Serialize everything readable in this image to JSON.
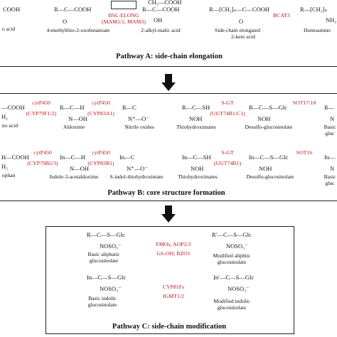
{
  "panel_a": {
    "title_label": "Pathway A",
    "title_text": ": side-chain elongation",
    "chem": {
      "c1": "COOH",
      "c2_main": "R—C—COOH",
      "c2_o": "O",
      "c3_top": "CH₂—COOH",
      "c3_main": "R—C—COOH",
      "c3_oh": "OH",
      "c4_main": "R—[CH₂]ₙ—C—COOH",
      "c4_o": "O",
      "c5_main": "R—[CH₂]ₙ",
      "c5_nh": "NH₂"
    },
    "names": {
      "n1": "o acid",
      "n2": "4-methylthio-2-oxobutanoate",
      "n3": "2-alkyl-malic  acid",
      "n4a": "Side-chain elongated",
      "n4b": "2-keto acid",
      "n5": "Homoamino"
    },
    "enzymes": {
      "e1a": "BSL-ELONG",
      "e1b": "(MAM1/2, MAM3)",
      "e2": "BCAT3"
    }
  },
  "panel_b": {
    "title_label": "Pathway B",
    "title_text": ": core structure formation",
    "row1": {
      "chem": {
        "c1": "—COOH",
        "c1b": "H₂",
        "c2a": "R—C—H",
        "c2b": "N—OH",
        "c3a": "R—C",
        "c3b": "N⁺—O⁻",
        "c4a": "R—C—SH",
        "c4b": "NOH",
        "c5a": "R—C—S—Glc",
        "c5b": "NOH",
        "c6a": "R—",
        "c6b": "N"
      },
      "names": {
        "n1": "no acid",
        "n2": "Aldoxime",
        "n3": "Nitrile oxides",
        "n4": "Thiohydroximates",
        "n5": "Desulfo-glucosinolate",
        "n6a": "Basic",
        "n6b": "gluc"
      },
      "enzymes": {
        "e1a": "cytP450",
        "e1b": "(CYP79F1/2)",
        "e2a": "cytP450",
        "e2b": "(CYP83A1)",
        "e3a": "S-GT",
        "e3b": "(UGT74B1/C1)",
        "e4a": "SOT17/18"
      }
    },
    "row2": {
      "chem": {
        "c1": "H—COOH",
        "c1b": "H₂",
        "c2a": "In—C—H",
        "c2b": "N—OH",
        "c3a": "In—C",
        "c3b": "N⁺—O⁻",
        "c4a": "In—C—SH",
        "c4b": "NOH",
        "c5a": "In—C—S—Glc",
        "c5b": "NOH",
        "c6a": "In—",
        "c6b": "N"
      },
      "names": {
        "n1": "ophan",
        "n2": "Indole-3-acetaldoxime",
        "n3": "S-indol-thiohydroximate",
        "n4": "Thiohydroximates",
        "n5": "Desulfo-glucosinolate",
        "n6a": "Basic",
        "n6b": "gluc"
      },
      "enzymes": {
        "e1a": "cytP450",
        "e1b": "(CYP79B2/3)",
        "e2a": "cytP450",
        "e2b": "(CYP83B1)",
        "e3a": "S-GT",
        "e3b": "(UGT74B1)",
        "e4a": "SOT16"
      }
    }
  },
  "panel_c": {
    "title_label": "Pathway C",
    "title_text": ": side-chain modification",
    "row1": {
      "c1a": "R—C—S—Glc",
      "c1b": "NOSO₃⁻",
      "n1a": "Basic aliphatic",
      "n1b": "glucosinolate",
      "e1": "FMOs, AOP2/3",
      "e2": "GS-OH,  BZO1",
      "c2a": "R′—C—S—Glc",
      "c2b": "NOSO₃⁻",
      "n2a": "Modified aliphtic",
      "n2b": "glucosinolate"
    },
    "row2": {
      "c1a": "In—C—S—Glc",
      "c1b": "NOSO₃⁻",
      "n1a": "Basic indolic",
      "n1b": "glucosinolate",
      "e1": "CYP81Fs",
      "e2": "IGMT1/2",
      "c2a": "In′—C—S—Glc",
      "c2b": "NOSO₃⁻",
      "n2a": "Modified indolic",
      "n2b": "glucosinolate"
    }
  },
  "colors": {
    "enzyme": "#c0141c",
    "line": "#222222"
  }
}
